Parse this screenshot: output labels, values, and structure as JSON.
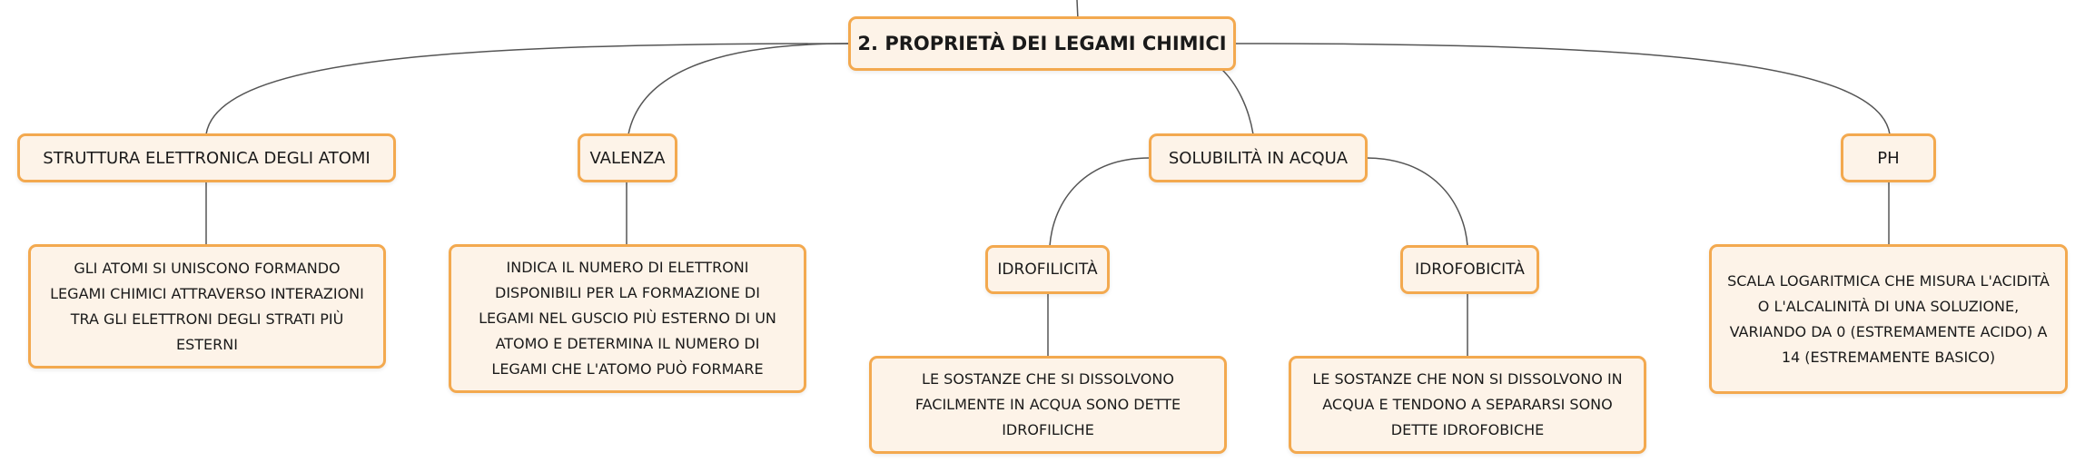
{
  "map": {
    "root": "2. PROPRIETÀ DEI LEGAMI CHIMICI",
    "topics": [
      {
        "label": "STRUTTURA ELETTRONICA DEGLI ATOMI",
        "desc": "GLI ATOMI SI UNISCONO FORMANDO LEGAMI CHIMICI ATTRAVERSO INTERAZIONI TRA GLI ELETTRONI DEGLI STRATI PIÙ ESTERNI"
      },
      {
        "label": "VALENZA",
        "desc": "INDICA IL NUMERO DI ELETTRONI DISPONIBILI PER LA FORMAZIONE DI LEGAMI NEL GUSCIO PIÙ ESTERNO DI UN ATOMO E DETERMINA IL NUMERO DI LEGAMI CHE L'ATOMO PUÒ FORMARE"
      },
      {
        "label": "SOLUBILITÀ IN ACQUA",
        "subs": [
          {
            "label": "IDROFILICITÀ",
            "desc": "LE SOSTANZE CHE SI DISSOLVONO FACILMENTE IN ACQUA SONO DETTE IDROFILICHE"
          },
          {
            "label": "IDROFOBICITÀ",
            "desc": "LE SOSTANZE CHE NON SI DISSOLVONO IN ACQUA E TENDONO A SEPARARSI SONO DETTE IDROFOBICHE"
          }
        ]
      },
      {
        "label": "PH",
        "desc": "SCALA LOGARITMICA CHE MISURA L'ACIDITÀ O L'ALCALINITÀ DI UNA SOLUZIONE, VARIANDO DA 0 (ESTREMAMENTE ACIDO) A 14 (ESTREMAMENTE BASICO)"
      }
    ]
  },
  "colors": {
    "node_border": "#f3a94f",
    "node_fill": "#fdf3e8",
    "connector": "#555555"
  }
}
